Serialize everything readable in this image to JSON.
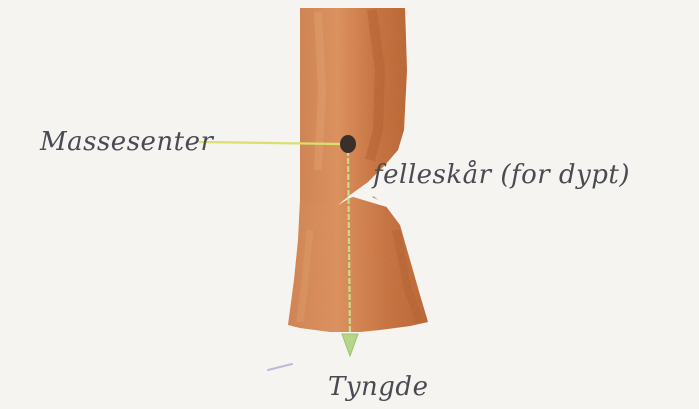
{
  "labels": {
    "center_of_mass": "Massesenter",
    "felling_cut": "felleskår (for dypt)",
    "gravity": "Tyngde"
  },
  "colors": {
    "paper": "#f6f5f1",
    "wood_light": "#d98a5a",
    "wood_mid": "#c9713f",
    "wood_dark": "#b25f2f",
    "pointer_line": "#d9e070",
    "gravity_arrow": "#b5d58a",
    "mass_dot": "#3a2f2a",
    "handwriting": "#4a4a52"
  },
  "icons": {
    "mass_point": "filled-circle-dot",
    "gravity_arrow": "arrow-down-icon"
  }
}
